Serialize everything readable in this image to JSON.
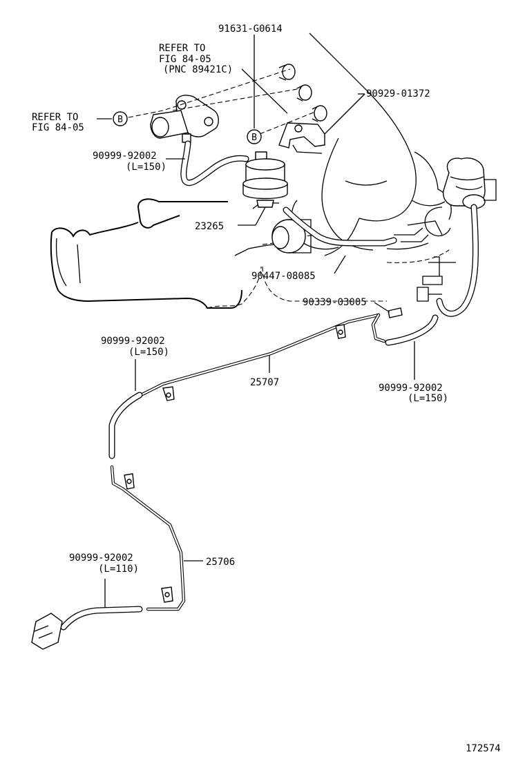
{
  "labels": {
    "refer_top_line1": "REFER TO",
    "refer_top_line2": "FIG 84-05",
    "refer_top_line3": "(PNC 89421C)",
    "refer_left_line1": "REFER TO",
    "refer_left_line2": "FIG 84-05",
    "p_91631": "91631-G0614",
    "p_90929": "90929-01372",
    "p_90999_top": "90999-92002",
    "p_90999_top_len": "(L=150)",
    "p_23265": "23265",
    "p_90447": "90447-08085",
    "p_90339": "90339-03005",
    "p_90999_mid_left": "90999-92002",
    "p_90999_mid_left_len": "(L=150)",
    "p_25707": "25707",
    "p_90999_mid_right": "90999-92002",
    "p_90999_mid_right_len": "(L=150)",
    "p_25706": "25706",
    "p_90999_bottom": "90999-92002",
    "p_90999_bottom_len": "(L=110)",
    "marker_b": "B",
    "figure_id": "172574"
  }
}
